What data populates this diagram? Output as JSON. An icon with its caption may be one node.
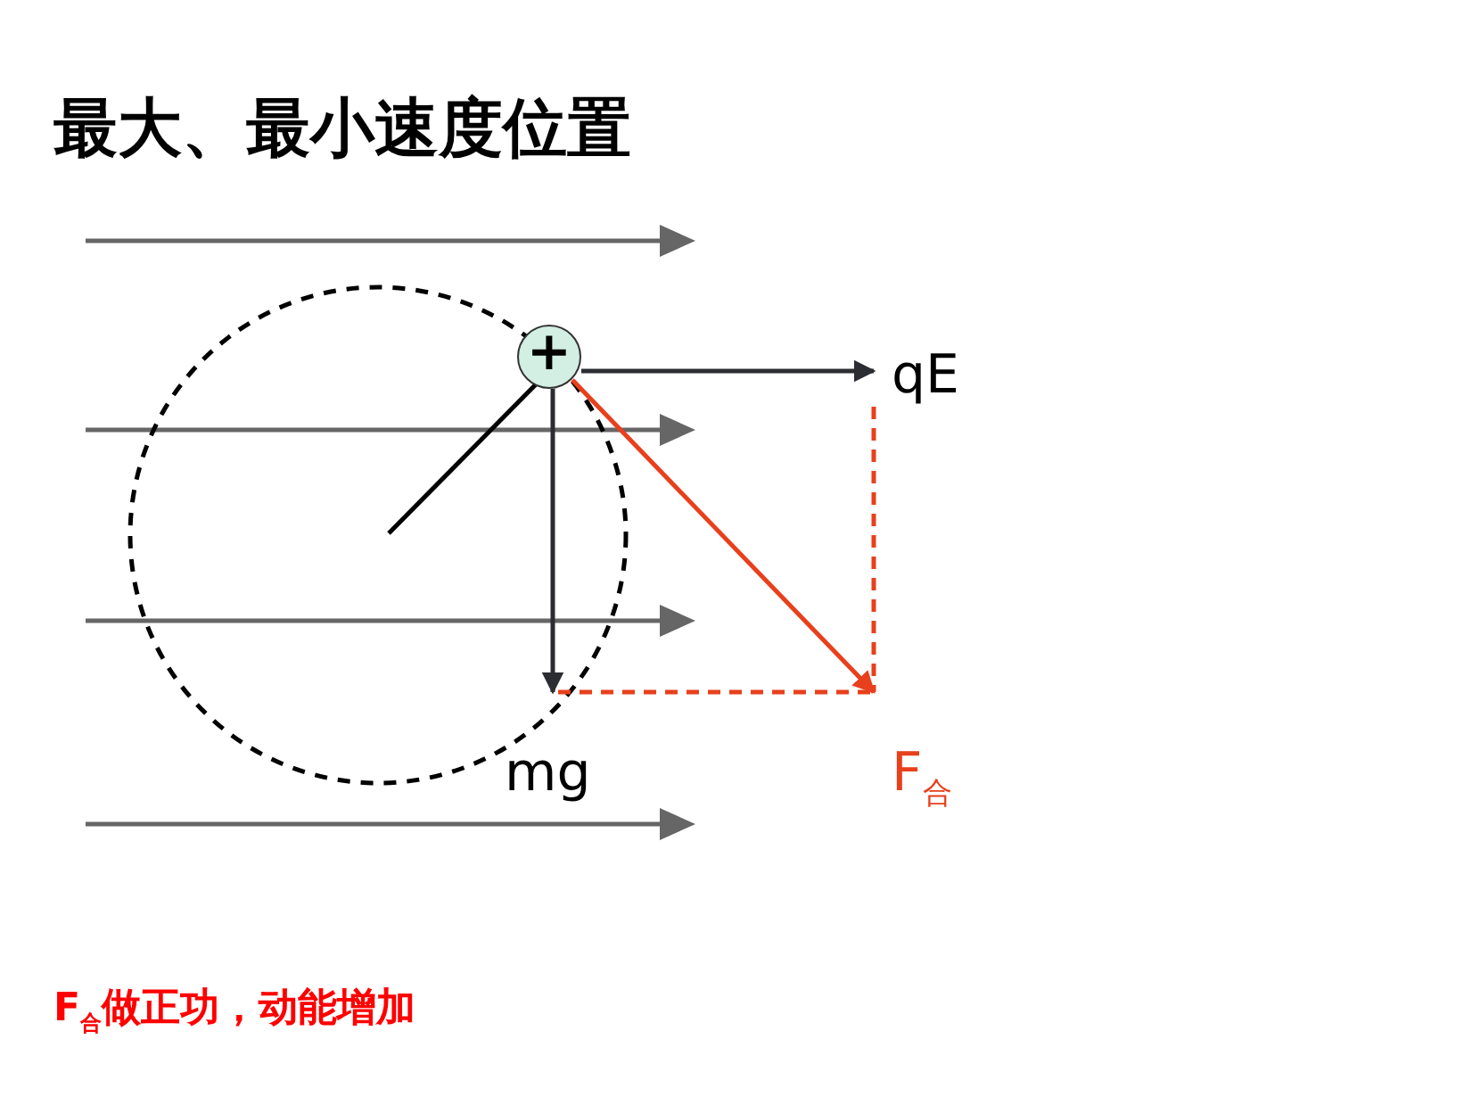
{
  "diagram": {
    "title": "最大、最小速度位置",
    "nodes": [
      {
        "text": [
          "+"
        ]
      },
      {
        "text": [
          "qE"
        ]
      },
      {
        "text": [
          "mg"
        ]
      },
      {
        "text": [
          "F$_{合}$"
        ]
      }
    ],
    "edges": [
      {
        "from": 0,
        "to": 1,
        "arrow": "to",
        "color": "#2b2d33"
      },
      {
        "from": 0,
        "to": 2,
        "arrow": "to",
        "color": "#2b2d33"
      },
      {
        "from": 0,
        "to": 3,
        "arrow": "to",
        "color": "#e8401c"
      },
      {
        "from": 1,
        "to": 3,
        "arrow": "none",
        "style": "dashed",
        "color": "#e8401c"
      },
      {
        "from": 2,
        "to": 3,
        "arrow": "none",
        "style": "dashed",
        "color": "#e8401c"
      }
    ],
    "labels": [
      "F$_{合}$做正功，动能增加"
    ]
  }
}
